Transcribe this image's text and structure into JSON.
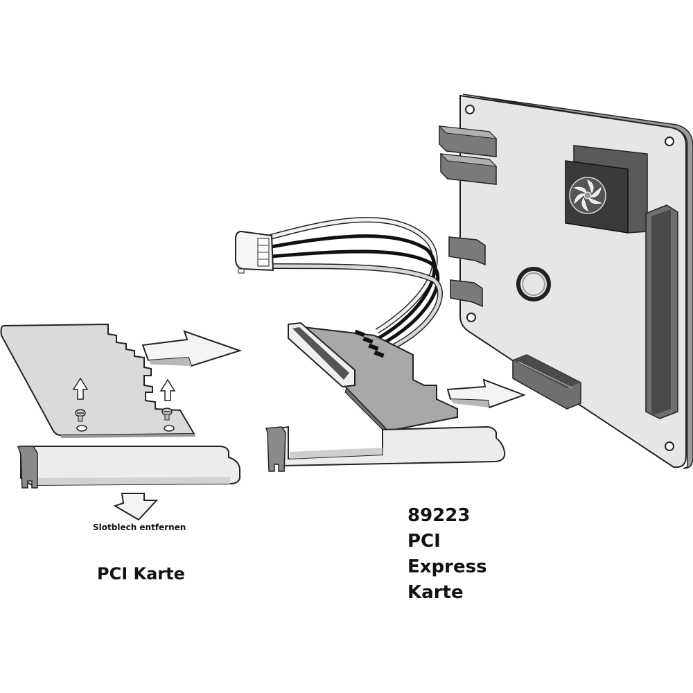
{
  "labels": {
    "remove_bracket": "Slotblech entfernen",
    "pci_card": "PCI Karte",
    "pcie_card": [
      "89223",
      "PCI",
      "Express",
      "Karte"
    ]
  },
  "colors": {
    "board": "#e6e6e6",
    "board_edge": "#9a9a9a",
    "outline": "#222222",
    "dark_part": "#7a7a7a",
    "adapter": "#a8a8a8",
    "cable_black": "#111111",
    "cable_white": "#f2f2f2"
  },
  "icons": [
    "arrow-right-icon",
    "arrow-down-icon",
    "arrow-up-icon",
    "screw-icon",
    "fan-icon"
  ]
}
